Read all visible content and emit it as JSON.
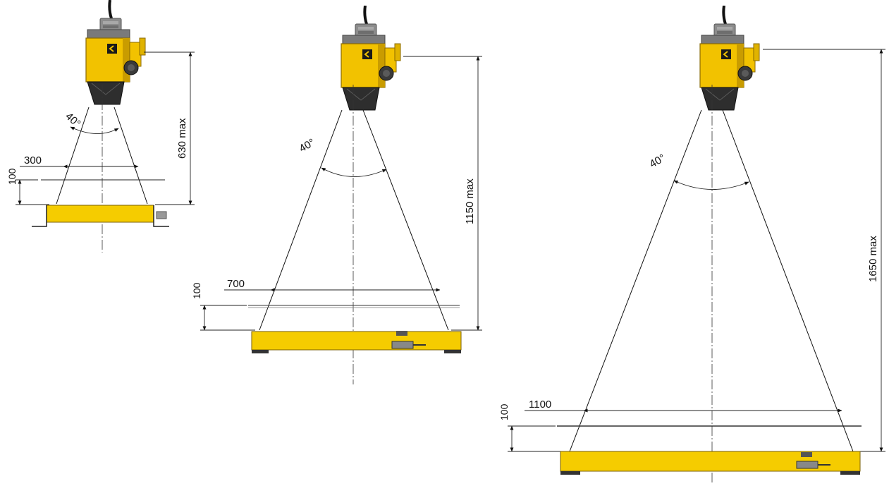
{
  "colors": {
    "housing": "#f2c200",
    "housing_dark": "#b88f00",
    "hood": "#2e2e2e",
    "table": "#f5cc00"
  },
  "configurations": [
    {
      "id": "small",
      "angle_label": "40°",
      "height_label": "630 max",
      "field_label": "300",
      "offset_label": "100"
    },
    {
      "id": "medium",
      "angle_label": "40°",
      "height_label": "1150 max",
      "field_label": "700",
      "offset_label": "100"
    },
    {
      "id": "large",
      "angle_label": "40°",
      "height_label": "1650 max",
      "field_label": "1100",
      "offset_label": "100"
    }
  ]
}
